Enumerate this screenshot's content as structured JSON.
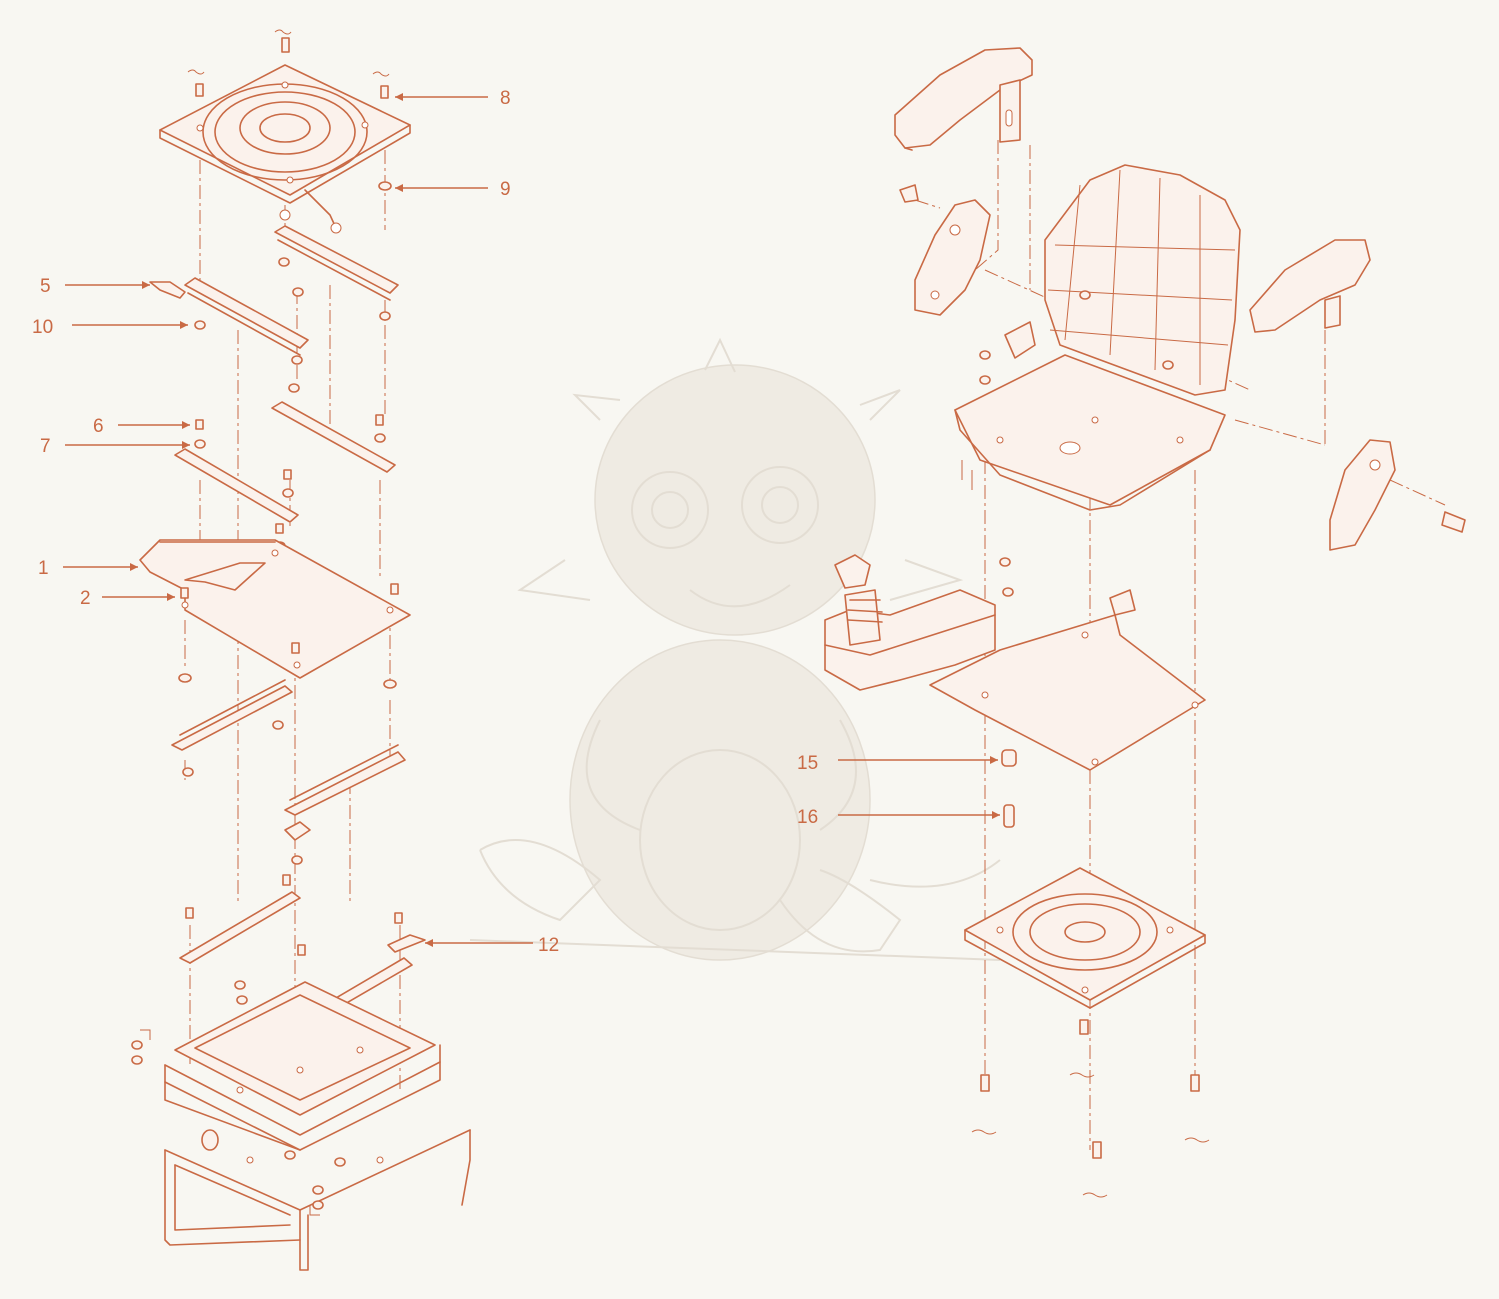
{
  "diagram": {
    "accent_color": "#c96a45",
    "background_color": "#f8f7f2",
    "callouts": [
      {
        "id": "c8",
        "label": "8"
      },
      {
        "id": "c9",
        "label": "9"
      },
      {
        "id": "c5",
        "label": "5"
      },
      {
        "id": "c10",
        "label": "10"
      },
      {
        "id": "c6",
        "label": "6"
      },
      {
        "id": "c7",
        "label": "7"
      },
      {
        "id": "c1",
        "label": "1"
      },
      {
        "id": "c2",
        "label": "2"
      },
      {
        "id": "c12",
        "label": "12"
      },
      {
        "id": "c15",
        "label": "15"
      },
      {
        "id": "c16",
        "label": "16"
      }
    ]
  }
}
